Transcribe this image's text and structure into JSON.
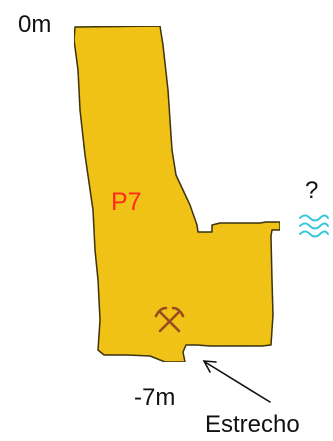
{
  "diagram": {
    "top_depth": "0m",
    "bottom_depth": "-7m",
    "passage_label": "P7",
    "unknown_mark": "?",
    "constriction_label": "Estrecho",
    "water_icon": "water-waves-icon",
    "tools_icon": "crossed-picks-icon",
    "colors": {
      "passage_fill": "#F5C518",
      "passage_outline": "#111111",
      "passage_label": "#FF2A1A",
      "water": "#35C9D6",
      "tools": "#9A4A20",
      "text": "#111111"
    }
  }
}
